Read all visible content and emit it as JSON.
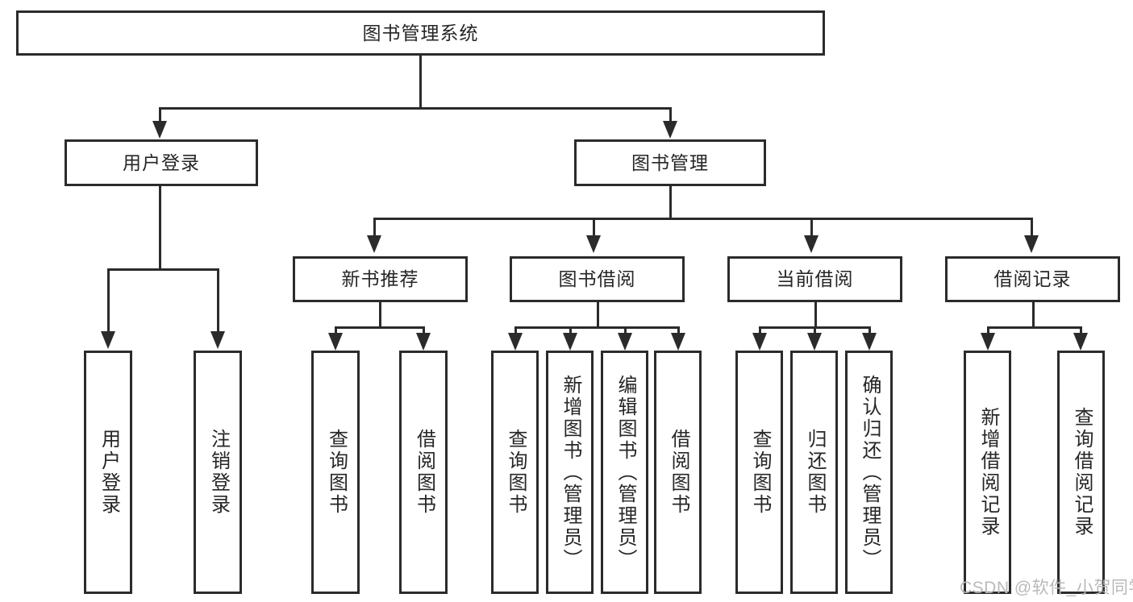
{
  "diagram": {
    "title": "图书管理系统",
    "root": {
      "label": "图书管理系统"
    },
    "level1": [
      {
        "label": "用户登录"
      },
      {
        "label": "图书管理"
      }
    ],
    "level2": [
      {
        "label": "新书推荐"
      },
      {
        "label": "图书借阅"
      },
      {
        "label": "当前借阅"
      },
      {
        "label": "借阅记录"
      }
    ],
    "leaves": {
      "user_login": [
        {
          "label": "用户登录"
        },
        {
          "label": "注销登录"
        }
      ],
      "new_book": [
        {
          "label": "查询图书"
        },
        {
          "label": "借阅图书"
        }
      ],
      "book_borrow": [
        {
          "label": "查询图书"
        },
        {
          "label": "新增图书（管理员）"
        },
        {
          "label": "编辑图书（管理员）"
        },
        {
          "label": "借阅图书"
        }
      ],
      "current_borrow": [
        {
          "label": "查询图书"
        },
        {
          "label": "归还图书"
        },
        {
          "label": "确认归还（管理员）"
        }
      ],
      "borrow_record": [
        {
          "label": "新增借阅记录"
        },
        {
          "label": "查询借阅记录"
        }
      ]
    },
    "watermark": "CSDN @软件_小贺同学",
    "colors": {
      "stroke": "#2b2b2b",
      "text": "#262626",
      "background": "#ffffff",
      "watermark": "#b9b9b9"
    }
  }
}
